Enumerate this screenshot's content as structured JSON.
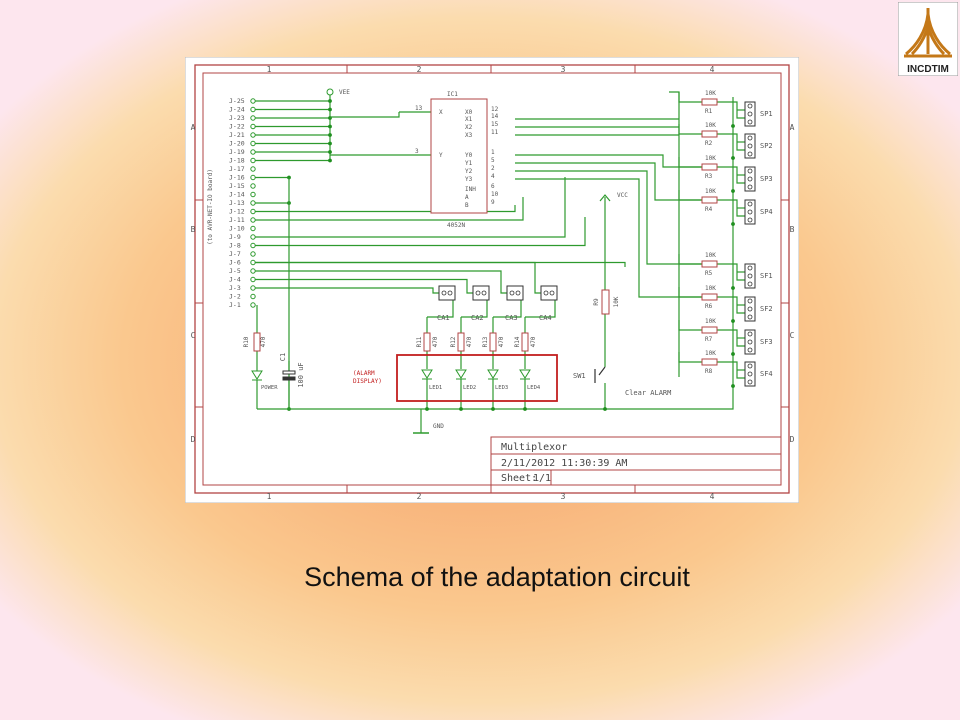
{
  "logo": {
    "text": "INCDTIM"
  },
  "caption": "Schema of the adaptation circuit",
  "schematic": {
    "colors": {
      "frame": "#b24444",
      "wire": "#2e9a2e",
      "text": "#555555",
      "highlight": "#c21f1f",
      "junction": "#1f8f1f"
    },
    "columns": [
      "1",
      "2",
      "3",
      "4"
    ],
    "rows": [
      "A",
      "B",
      "C",
      "D"
    ],
    "connector_note": "(to AVR-NET-IO board)",
    "jpins": [
      "J-25",
      "J-24",
      "J-23",
      "J-22",
      "J-21",
      "J-20",
      "J-19",
      "J-18",
      "J-17",
      "J-16",
      "J-15",
      "J-14",
      "J-13",
      "J-12",
      "J-11",
      "J-10",
      "J-9",
      "J-8",
      "J-7",
      "J-6",
      "J-5",
      "J-4",
      "J-3",
      "J-2",
      "J-1"
    ],
    "vee": "VEE",
    "ic": {
      "name": "IC1",
      "part": "4052N",
      "left_pins": [
        {
          "num": "13",
          "label": "X"
        },
        {
          "num": "3",
          "label": "Y"
        }
      ],
      "right_labels": [
        "X0",
        "X1",
        "X2",
        "X3",
        "Y0",
        "Y1",
        "Y2",
        "Y3",
        "INH",
        "A",
        "B"
      ],
      "right_nums": [
        "12",
        "14",
        "15",
        "11",
        "1",
        "5",
        "2",
        "4",
        "6",
        "10",
        "9"
      ]
    },
    "resistors_right": [
      {
        "value": "10K",
        "name": "R1"
      },
      {
        "value": "10K",
        "name": "R2"
      },
      {
        "value": "10K",
        "name": "R3"
      },
      {
        "value": "10K",
        "name": "R4"
      },
      {
        "value": "10K",
        "name": "R5"
      },
      {
        "value": "10K",
        "name": "R6"
      },
      {
        "value": "10K",
        "name": "R7"
      },
      {
        "value": "10K",
        "name": "R8"
      }
    ],
    "connectors_right": [
      "SP1",
      "SP2",
      "SP3",
      "SP4",
      "SF1",
      "SF2",
      "SF3",
      "SF4"
    ],
    "vcc": "VCC",
    "r9": {
      "name": "R9",
      "value": "10K"
    },
    "switch": {
      "name": "SW1",
      "label": "Clear ALARM"
    },
    "ca": [
      "CA1",
      "CA2",
      "CA3",
      "CA4"
    ],
    "led_resistors": [
      {
        "name": "R11",
        "value": "470"
      },
      {
        "name": "R12",
        "value": "470"
      },
      {
        "name": "R13",
        "value": "470"
      },
      {
        "name": "R14",
        "value": "470"
      }
    ],
    "leds": [
      "LED1",
      "LED2",
      "LED3",
      "LED4"
    ],
    "alarm_label": [
      "(ALARM",
      "DISPLAY)"
    ],
    "power_resistor": {
      "name": "R10",
      "value": "470"
    },
    "power_led": "POWER",
    "capacitor": {
      "name": "C1",
      "value": "100 uF"
    },
    "gnd": "GND",
    "title_block": {
      "title": "Multiplexor",
      "date": "2/11/2012 11:30:39 AM",
      "sheet_label": "Sheet:",
      "sheet_value": "1/1"
    }
  }
}
